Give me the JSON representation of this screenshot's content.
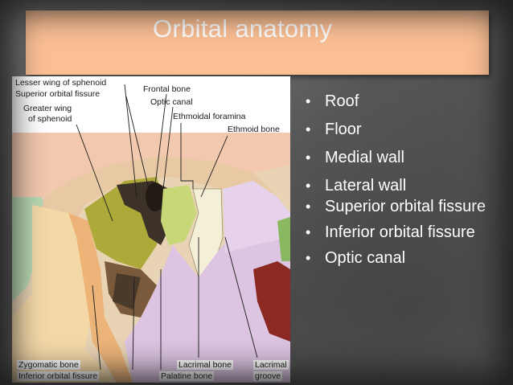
{
  "slide": {
    "title": "Orbital anatomy",
    "bullets": [
      "Roof",
      "Floor",
      "Medial wall",
      "Lateral wall",
      "Superior orbital fissure",
      "Inferior orbital fissure",
      "Optic canal"
    ]
  },
  "figure": {
    "labels": {
      "lesser_wing": "Lesser wing of sphenoid",
      "superior_fissure": "Superior orbital fissure",
      "greater_wing_1": "Greater wing",
      "greater_wing_2": "of sphenoid",
      "frontal": "Frontal bone",
      "optic_canal": "Optic canal",
      "ethmoidal_foramina": "Ethmoidal foramina",
      "ethmoid": "Ethmoid bone",
      "zygomatic": "Zygomatic bone",
      "inferior_fissure": "Inferior orbital fissure",
      "lacrimal": "Lacrimal bone",
      "palatine": "Palatine bone",
      "lacrimal_groove_1": "Lacrimal",
      "lacrimal_groove_2": "groove"
    },
    "colors": {
      "frontal": "#f2c8ae",
      "greater_wing": "#aeaa3a",
      "ethmoid": "#f4f0d8",
      "maxilla": "#dcc4e2",
      "zygomatic": "#f4d9a8",
      "lacrimal": "#c8d878",
      "palatine": "#7a5a3a",
      "lacrimal_groove": "#8a2a22",
      "shadow": "#3c3228"
    }
  }
}
